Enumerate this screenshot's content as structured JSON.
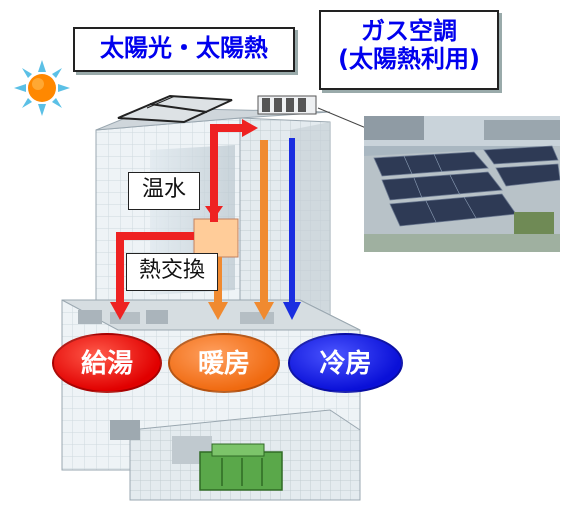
{
  "labels": {
    "solar": "太陽光・太陽熱",
    "gas_line1": "ガス空調",
    "gas_line2": "(太陽熱利用)",
    "warm_water": "温水",
    "heat_exchange": "熱交換"
  },
  "outputs": [
    {
      "label": "給湯",
      "color": "#e10000"
    },
    {
      "label": "暖房",
      "color": "#f06a10"
    },
    {
      "label": "冷房",
      "color": "#0a10d8"
    }
  ],
  "colors": {
    "sun": "#ff8800",
    "arrow_red": "#ee2222",
    "arrow_orange": "#f08a30",
    "arrow_blue": "#1a2ee0",
    "label_text": "#0000ee",
    "heat_exchanger": "#ffcc99",
    "equipment": "#5aa84a"
  },
  "icons": {
    "sun": "sun-icon",
    "panels": "solar-panel-icon",
    "chiller": "gas-chiller-icon",
    "heat_exchanger": "heat-exchanger-icon",
    "generator": "equipment-icon"
  }
}
